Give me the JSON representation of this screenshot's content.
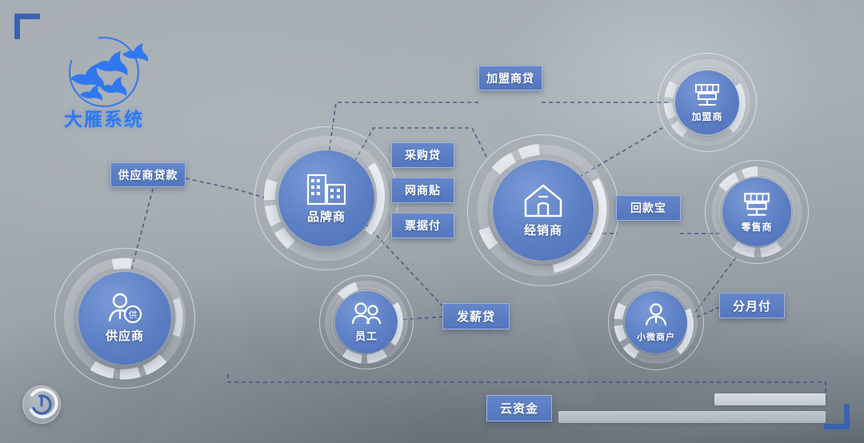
{
  "logo": {
    "name": "大雁系统",
    "icon": "flying-geese-logo",
    "color": "#2f78f0"
  },
  "theme": {
    "accent": "#3a62ae",
    "node_blue": "#5c7fc5",
    "pill_blue": "#5376bd",
    "pill_border": "#9cb4e2",
    "link_color": "#3f4f7d",
    "background_top": "#a7aeb3",
    "background_bottom": "#5f666e"
  },
  "nodes": [
    {
      "id": "supplier",
      "label": "供应商",
      "icon": "supplier-person-icon"
    },
    {
      "id": "brand",
      "label": "品牌商",
      "icon": "building-icon"
    },
    {
      "id": "distributor",
      "label": "经销商",
      "icon": "house-icon"
    },
    {
      "id": "franchisee",
      "label": "加盟商",
      "icon": "shop-icon"
    },
    {
      "id": "retailer",
      "label": "零售商",
      "icon": "shop-icon"
    },
    {
      "id": "employee",
      "label": "员工",
      "icon": "two-people-icon"
    },
    {
      "id": "micro",
      "label": "小微商户",
      "icon": "person-icon"
    }
  ],
  "pills": [
    {
      "id": "supplier-loan",
      "label": "供应商贷款"
    },
    {
      "id": "franchisee-loan",
      "label": "加盟商贷"
    },
    {
      "id": "purchase-loan",
      "label": "采购贷"
    },
    {
      "id": "online-discount",
      "label": "网商贴"
    },
    {
      "id": "bill-pay",
      "label": "票据付"
    },
    {
      "id": "collection-bao",
      "label": "回款宝"
    },
    {
      "id": "payroll-loan",
      "label": "发薪贷"
    },
    {
      "id": "monthly-install",
      "label": "分月付"
    },
    {
      "id": "cloud-fund",
      "label": "云资金"
    }
  ],
  "controls": {
    "power_button": "power-icon"
  }
}
